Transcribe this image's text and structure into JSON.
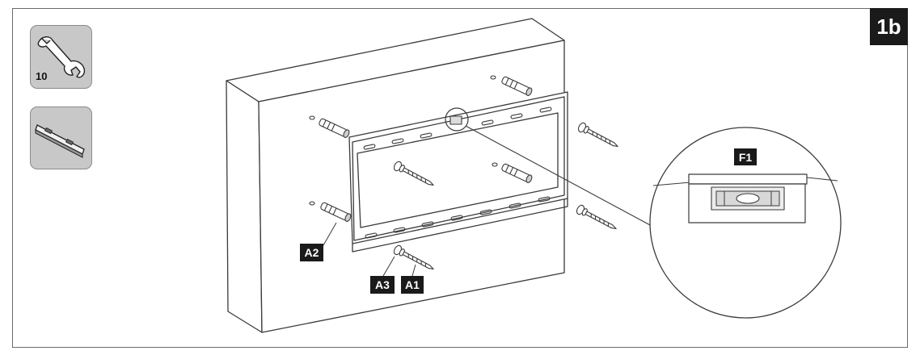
{
  "step_badge": "1b",
  "tools": {
    "wrench": {
      "icon": "wrench-icon",
      "size_label": "10"
    },
    "level": {
      "icon": "spirit-level-icon"
    }
  },
  "labels": {
    "a1": "A1",
    "a2": "A2",
    "a3": "A3",
    "f1": "F1"
  },
  "colors": {
    "line": "#3a3a3a",
    "tag_bg": "#1a1a1a",
    "tile_bg": "#c8c8c8"
  }
}
